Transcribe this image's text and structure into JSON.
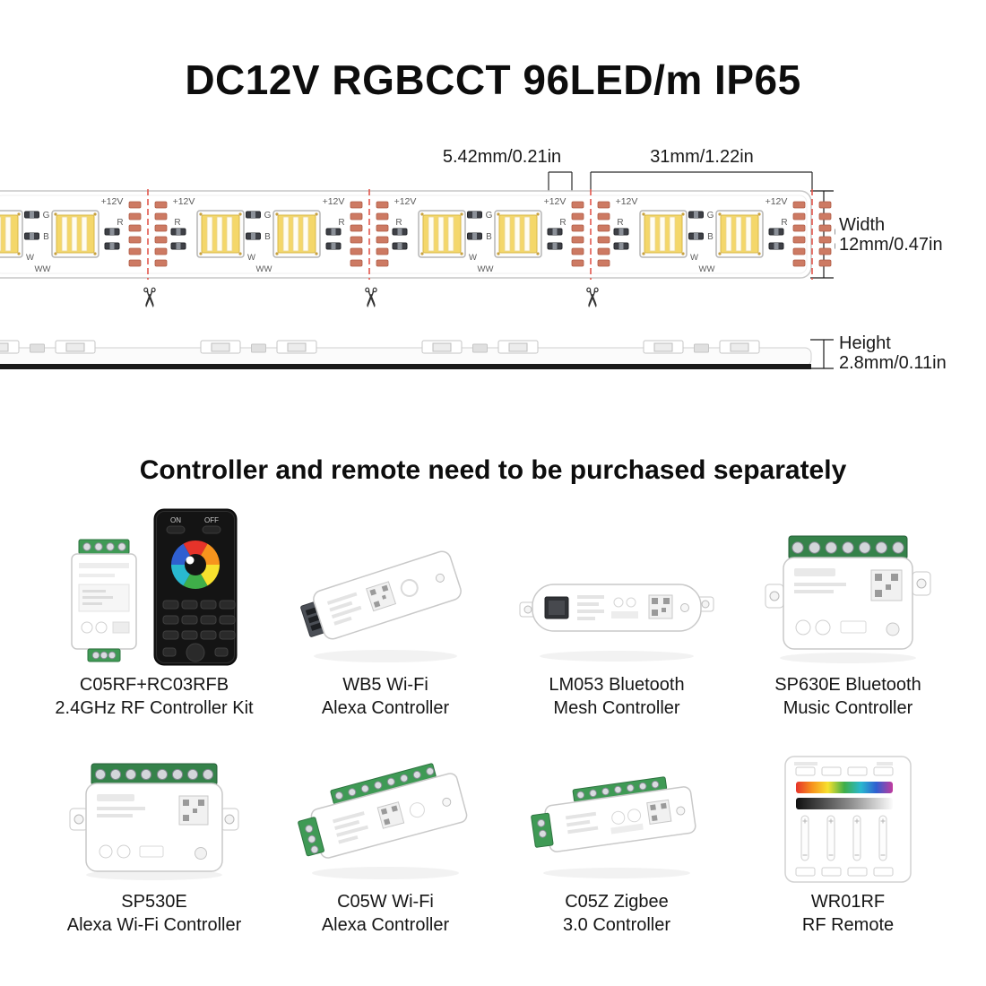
{
  "page": {
    "title": "DC12V RGBCCT 96LED/m IP65",
    "separator_heading": "Controller and remote need to be purchased separately"
  },
  "strip_diagram": {
    "pitch_dim": "5.42mm/0.21in",
    "cut_length_dim": "31mm/1.22in",
    "width_label": "Width",
    "width_value": "12mm/0.47in",
    "height_label": "Height",
    "height_value": "2.8mm/0.11in",
    "voltage_label": "+12V",
    "channels": {
      "r": "R",
      "g": "G",
      "b": "B",
      "w": "W",
      "ww": "WW"
    }
  },
  "icons": {
    "scissors": "✂"
  },
  "remote_kit": {
    "on": "ON",
    "off": "OFF"
  },
  "products": [
    {
      "line1": "C05RF+RC03RFB",
      "line2": "2.4GHz RF Controller Kit"
    },
    {
      "line1": "WB5 Wi-Fi",
      "line2": "Alexa Controller"
    },
    {
      "line1": "LM053 Bluetooth",
      "line2": "Mesh Controller"
    },
    {
      "line1": "SP630E Bluetooth",
      "line2": "Music Controller"
    },
    {
      "line1": "SP530E",
      "line2": "Alexa Wi-Fi Controller"
    },
    {
      "line1": "C05W Wi-Fi",
      "line2": "Alexa Controller"
    },
    {
      "line1": "C05Z Zigbee",
      "line2": "3.0 Controller"
    },
    {
      "line1": "WR01RF",
      "line2": "RF Remote"
    }
  ],
  "colors": {
    "accent_red": "#e2574c",
    "pad_copper": "#cd7a63",
    "led_yellow": "#f4d76a",
    "terminal_green": "#3f9a55",
    "text_dark": "#111111",
    "text_mid": "#5a5a5a"
  }
}
